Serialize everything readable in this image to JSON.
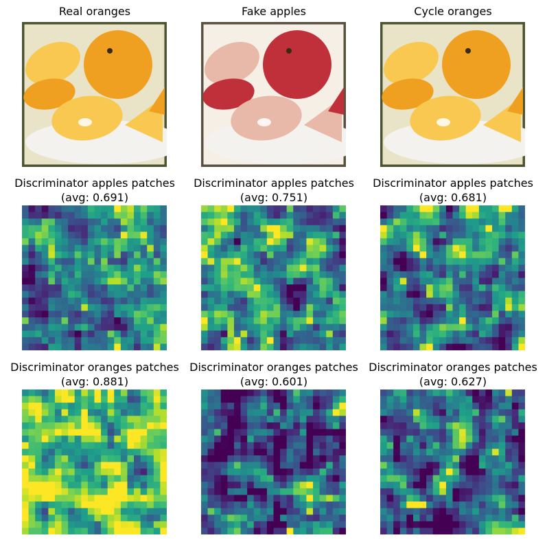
{
  "figure": {
    "rows": [
      {
        "panels": [
          {
            "title": "Real oranges",
            "subtitle": "",
            "kind": "photo",
            "variant": "real"
          },
          {
            "title": "Fake apples",
            "subtitle": "",
            "kind": "photo",
            "variant": "fake"
          },
          {
            "title": "Cycle oranges",
            "subtitle": "",
            "kind": "photo",
            "variant": "cycle"
          }
        ]
      },
      {
        "panels": [
          {
            "title": "Discriminator apples patches",
            "subtitle": "(avg: 0.691)",
            "kind": "heatmap",
            "avg": 0.691
          },
          {
            "title": "Discriminator apples patches",
            "subtitle": "(avg: 0.751)",
            "kind": "heatmap",
            "avg": 0.751
          },
          {
            "title": "Discriminator apples patches",
            "subtitle": "(avg: 0.681)",
            "kind": "heatmap",
            "avg": 0.681
          }
        ]
      },
      {
        "panels": [
          {
            "title": "Discriminator oranges patches",
            "subtitle": "(avg: 0.881)",
            "kind": "heatmap",
            "avg": 0.881
          },
          {
            "title": "Discriminator oranges patches",
            "subtitle": "(avg: 0.601)",
            "kind": "heatmap",
            "avg": 0.601
          },
          {
            "title": "Discriminator oranges patches",
            "subtitle": "(avg: 0.627)",
            "kind": "heatmap",
            "avg": 0.627
          }
        ]
      }
    ],
    "colormap": "viridis",
    "colors": {
      "orange": "#f0a020",
      "orange_light": "#f8c850",
      "apple_red": "#c0303a",
      "plate": "#f4f2ee",
      "border_dark": "#4a5530"
    }
  }
}
